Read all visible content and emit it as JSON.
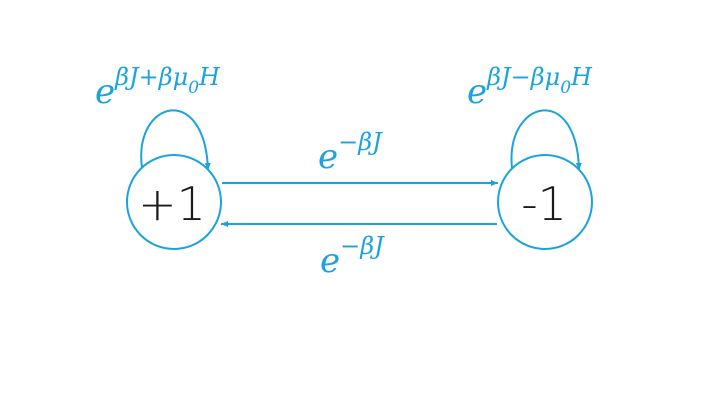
{
  "colors": {
    "accent": "#1aa3dd",
    "text": "#1a1a1a",
    "background": "#ffffff"
  },
  "nodes": {
    "left": {
      "label": "+1"
    },
    "right": {
      "label": "-1"
    }
  },
  "labels": {
    "left_loop": {
      "base": "e",
      "sup_a": "βJ+βμ",
      "sub": "0",
      "sup_b": "H"
    },
    "right_loop": {
      "base": "e",
      "sup_a": "βJ−βμ",
      "sub": "0",
      "sup_b": "H"
    },
    "top_edge": {
      "base": "e",
      "sup": "−βJ"
    },
    "bottom_edge": {
      "base": "e",
      "sup": "−βJ"
    }
  }
}
